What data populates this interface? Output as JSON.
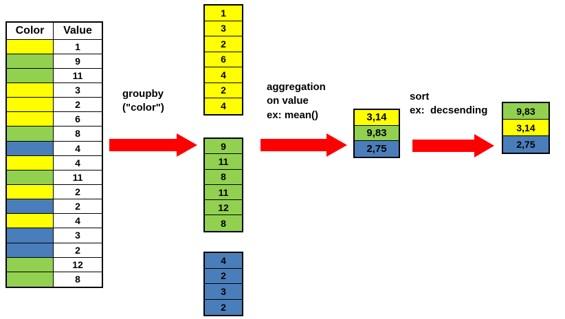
{
  "source_table": {
    "headers": [
      "Color",
      "Value"
    ],
    "rows": [
      {
        "color": "yellow",
        "value": "1"
      },
      {
        "color": "green",
        "value": "9"
      },
      {
        "color": "green",
        "value": "11"
      },
      {
        "color": "yellow",
        "value": "3"
      },
      {
        "color": "yellow",
        "value": "2"
      },
      {
        "color": "yellow",
        "value": "6"
      },
      {
        "color": "green",
        "value": "8"
      },
      {
        "color": "blue",
        "value": "4"
      },
      {
        "color": "yellow",
        "value": "4"
      },
      {
        "color": "green",
        "value": "11"
      },
      {
        "color": "yellow",
        "value": "2"
      },
      {
        "color": "blue",
        "value": "2"
      },
      {
        "color": "yellow",
        "value": "4"
      },
      {
        "color": "blue",
        "value": "3"
      },
      {
        "color": "blue",
        "value": "2"
      },
      {
        "color": "green",
        "value": "12"
      },
      {
        "color": "green",
        "value": "8"
      }
    ]
  },
  "steps": {
    "groupby": "groupby\n(\"color\")",
    "aggregation": "aggregation\non value\nex: mean()",
    "sort": "sort\nex:  decsending"
  },
  "groups": [
    {
      "name": "yellow-group",
      "color": "yellow",
      "values": [
        "1",
        "3",
        "2",
        "6",
        "4",
        "2",
        "4"
      ]
    },
    {
      "name": "green-group",
      "color": "green",
      "values": [
        "9",
        "11",
        "8",
        "11",
        "12",
        "8"
      ]
    },
    {
      "name": "blue-group",
      "color": "blue",
      "values": [
        "4",
        "2",
        "3",
        "2"
      ]
    }
  ],
  "aggregated": [
    {
      "color": "yellow",
      "value": "3,14"
    },
    {
      "color": "green",
      "value": "9,83"
    },
    {
      "color": "blue",
      "value": "2,75"
    }
  ],
  "sorted": [
    {
      "color": "green",
      "value": "9,83"
    },
    {
      "color": "yellow",
      "value": "3,14"
    },
    {
      "color": "blue",
      "value": "2,75"
    }
  ],
  "palette": {
    "yellow": "#ffff00",
    "green": "#92d050",
    "blue": "#4a7ebb",
    "arrow_red": "#fe0000",
    "border": "#000000",
    "background": "#ffffff"
  },
  "arrows": [
    {
      "name": "arrow-groupby"
    },
    {
      "name": "arrow-aggregation"
    },
    {
      "name": "arrow-sort"
    }
  ]
}
